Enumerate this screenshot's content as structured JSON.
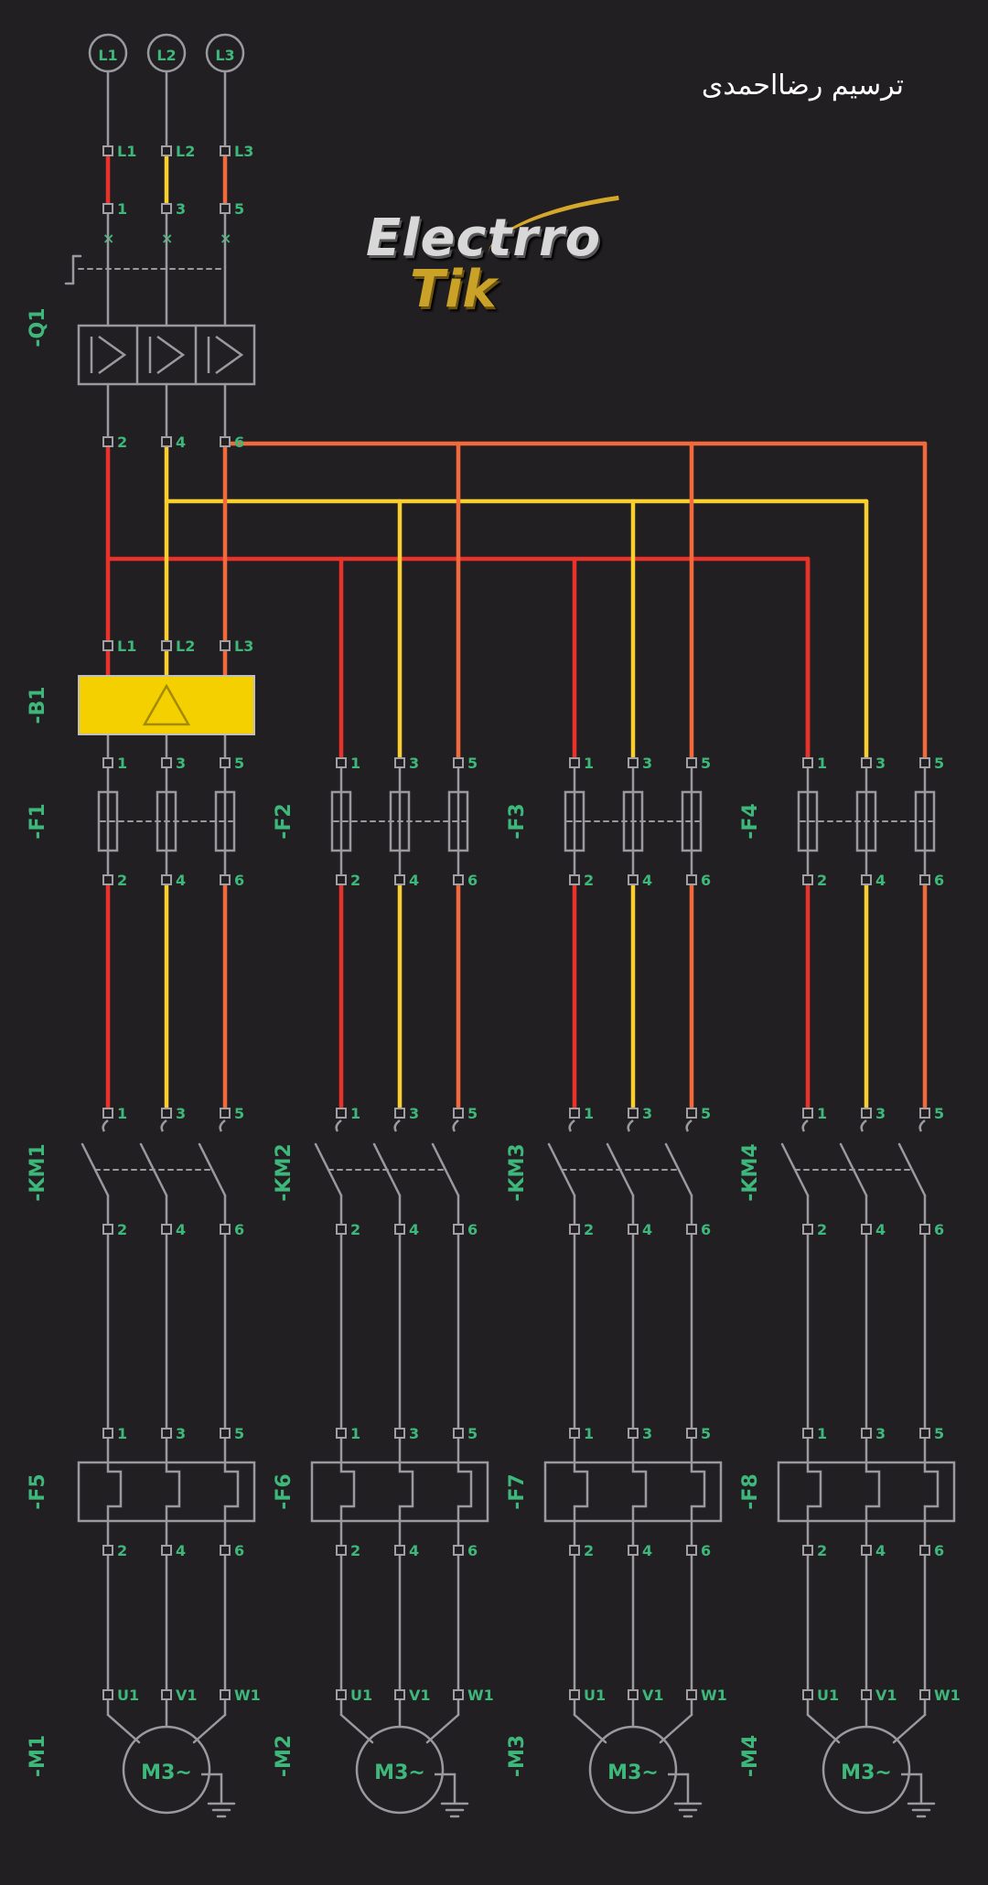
{
  "credit": "ترسيم رضااحمدى",
  "logo": {
    "line1": "Electrro",
    "line2": "Tik"
  },
  "colors": {
    "L1": "#e8322a",
    "L2": "#f9cf30",
    "L3": "#f26a3c",
    "device": "#9a9a9e",
    "label": "#3db87a",
    "soft_starter": "#f4d000"
  },
  "supply": {
    "phases": [
      "L1",
      "L2",
      "L3"
    ],
    "input_terminals": [
      "L1",
      "L2",
      "L3"
    ],
    "breaker_in_terminals": [
      "1",
      "3",
      "5"
    ],
    "breaker_out_terminals": [
      "2",
      "4",
      "6"
    ],
    "breaker_ref": "-Q1",
    "soft_starter_ref": "-B1",
    "soft_starter_in_terminals": [
      "L1",
      "L2",
      "L3"
    ]
  },
  "branches": [
    {
      "fuse_ref": "-F1",
      "contactor_ref": "-KM1",
      "overload_ref": "-F5",
      "motor_ref": "-M1",
      "motor_label": "M3~"
    },
    {
      "fuse_ref": "-F2",
      "contactor_ref": "-KM2",
      "overload_ref": "-F6",
      "motor_ref": "-M2",
      "motor_label": "M3~"
    },
    {
      "fuse_ref": "-F3",
      "contactor_ref": "-KM3",
      "overload_ref": "-F7",
      "motor_ref": "-M3",
      "motor_label": "M3~"
    },
    {
      "fuse_ref": "-F4",
      "contactor_ref": "-KM4",
      "overload_ref": "-F8",
      "motor_ref": "-M4",
      "motor_label": "M3~"
    }
  ],
  "terminal_sets": {
    "in": [
      "1",
      "3",
      "5"
    ],
    "out": [
      "2",
      "4",
      "6"
    ],
    "motor": [
      "U1",
      "V1",
      "W1"
    ]
  }
}
